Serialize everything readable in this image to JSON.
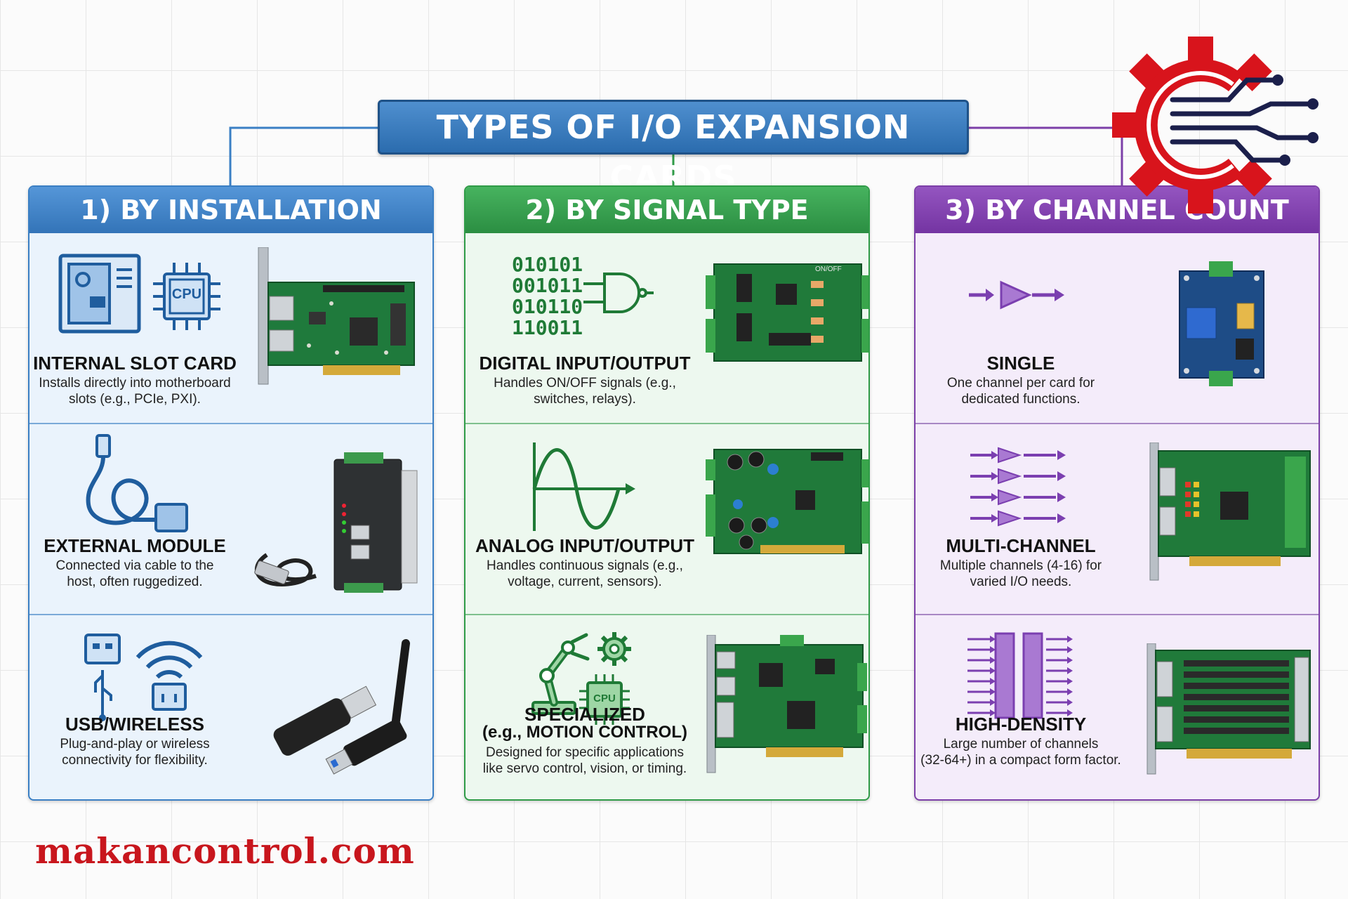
{
  "title": "TYPES OF I/O EXPANSION CARDS",
  "columns": [
    {
      "header": "1) BY INSTALLATION",
      "items": [
        {
          "title": "INTERNAL SLOT CARD",
          "desc1": "Installs directly into motherboard",
          "desc2": "slots (e.g., PCIe, PXI).",
          "icon_label": "CPU"
        },
        {
          "title": "EXTERNAL MODULE",
          "desc1": "Connected via cable to the",
          "desc2": "host, often ruggedized."
        },
        {
          "title": "USB/WIRELESS",
          "desc1": "Plug-and-play or wireless",
          "desc2": "connectivity for flexibility."
        }
      ]
    },
    {
      "header": "2) BY SIGNAL TYPE",
      "items": [
        {
          "title": "DIGITAL INPUT/OUTPUT",
          "desc1": "Handles ON/OFF signals (e.g.,",
          "desc2": "switches, relays).",
          "binary": [
            "010101",
            "001011",
            "010110",
            "110011"
          ],
          "board_label": "ON/OFF"
        },
        {
          "title": "ANALOG INPUT/OUTPUT",
          "desc1": "Handles continuous signals (e.g.,",
          "desc2": "voltage, current, sensors)."
        },
        {
          "title": "SPECIALIZED",
          "title2": "(e.g., MOTION CONTROL)",
          "desc1": "Designed for specific applications",
          "desc2": "like servo control, vision, or timing.",
          "icon_label": "CPU"
        }
      ]
    },
    {
      "header": "3) BY CHANNEL COUNT",
      "items": [
        {
          "title": "SINGLE",
          "desc1": "One channel per card for",
          "desc2": "dedicated functions."
        },
        {
          "title": "MULTI-CHANNEL",
          "desc1": "Multiple channels (4-16) for",
          "desc2": "varied I/O needs."
        },
        {
          "title": "HIGH-DENSITY",
          "desc1": "Large number of channels",
          "desc2": "(32-64+) in a compact form factor."
        }
      ]
    }
  ],
  "footer": {
    "site": "makancontrol.com"
  },
  "colors": {
    "blue": "#3374b8",
    "green": "#2b8e42",
    "purple": "#7434a2",
    "logo_red": "#d8141c",
    "logo_navy": "#1b1f4b"
  }
}
